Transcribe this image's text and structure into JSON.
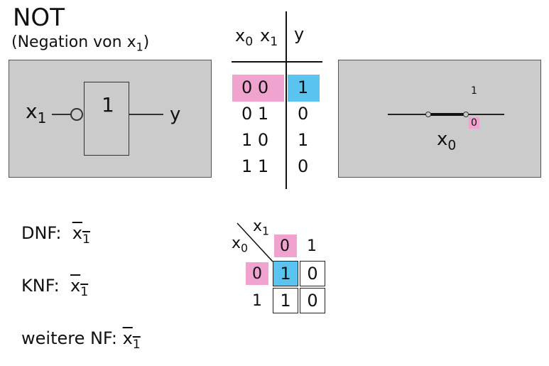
{
  "title": "NOT",
  "subtitle": "(Negation von x",
  "subtitle_sub": "1",
  "subtitle_end": ")",
  "gate": {
    "input_label": "x",
    "input_sub": "1",
    "symbol": "1",
    "output_label": "y"
  },
  "truth_table": {
    "headers": {
      "x0": "x",
      "x0_sub": "0",
      "x1": "x",
      "x1_sub": "1",
      "y": "y"
    },
    "rows": [
      {
        "inputs": "0 0",
        "output": "1"
      },
      {
        "inputs": "0 1",
        "output": "0"
      },
      {
        "inputs": "1 0",
        "output": "1"
      },
      {
        "inputs": "1 1",
        "output": "0"
      }
    ]
  },
  "axis_panel": {
    "label": "x",
    "label_sub": "0",
    "value_top": "1",
    "value_marked": "0"
  },
  "normal_forms": {
    "dnf_label": "DNF:",
    "knf_label": "KNF:",
    "other_label": "weitere NF:",
    "var": "x",
    "var_sub": "1"
  },
  "kmap": {
    "col_var": "x",
    "col_var_sub": "1",
    "row_var": "x",
    "row_var_sub": "0",
    "col_headers": [
      "0",
      "1"
    ],
    "row_headers": [
      "0",
      "1"
    ],
    "cells": [
      [
        "1",
        "0"
      ],
      [
        "1",
        "0"
      ]
    ]
  },
  "colors": {
    "highlight_pink": "#f0a3cf",
    "highlight_blue": "#5bc3f0",
    "panel_gray": "#cbcbcb"
  }
}
